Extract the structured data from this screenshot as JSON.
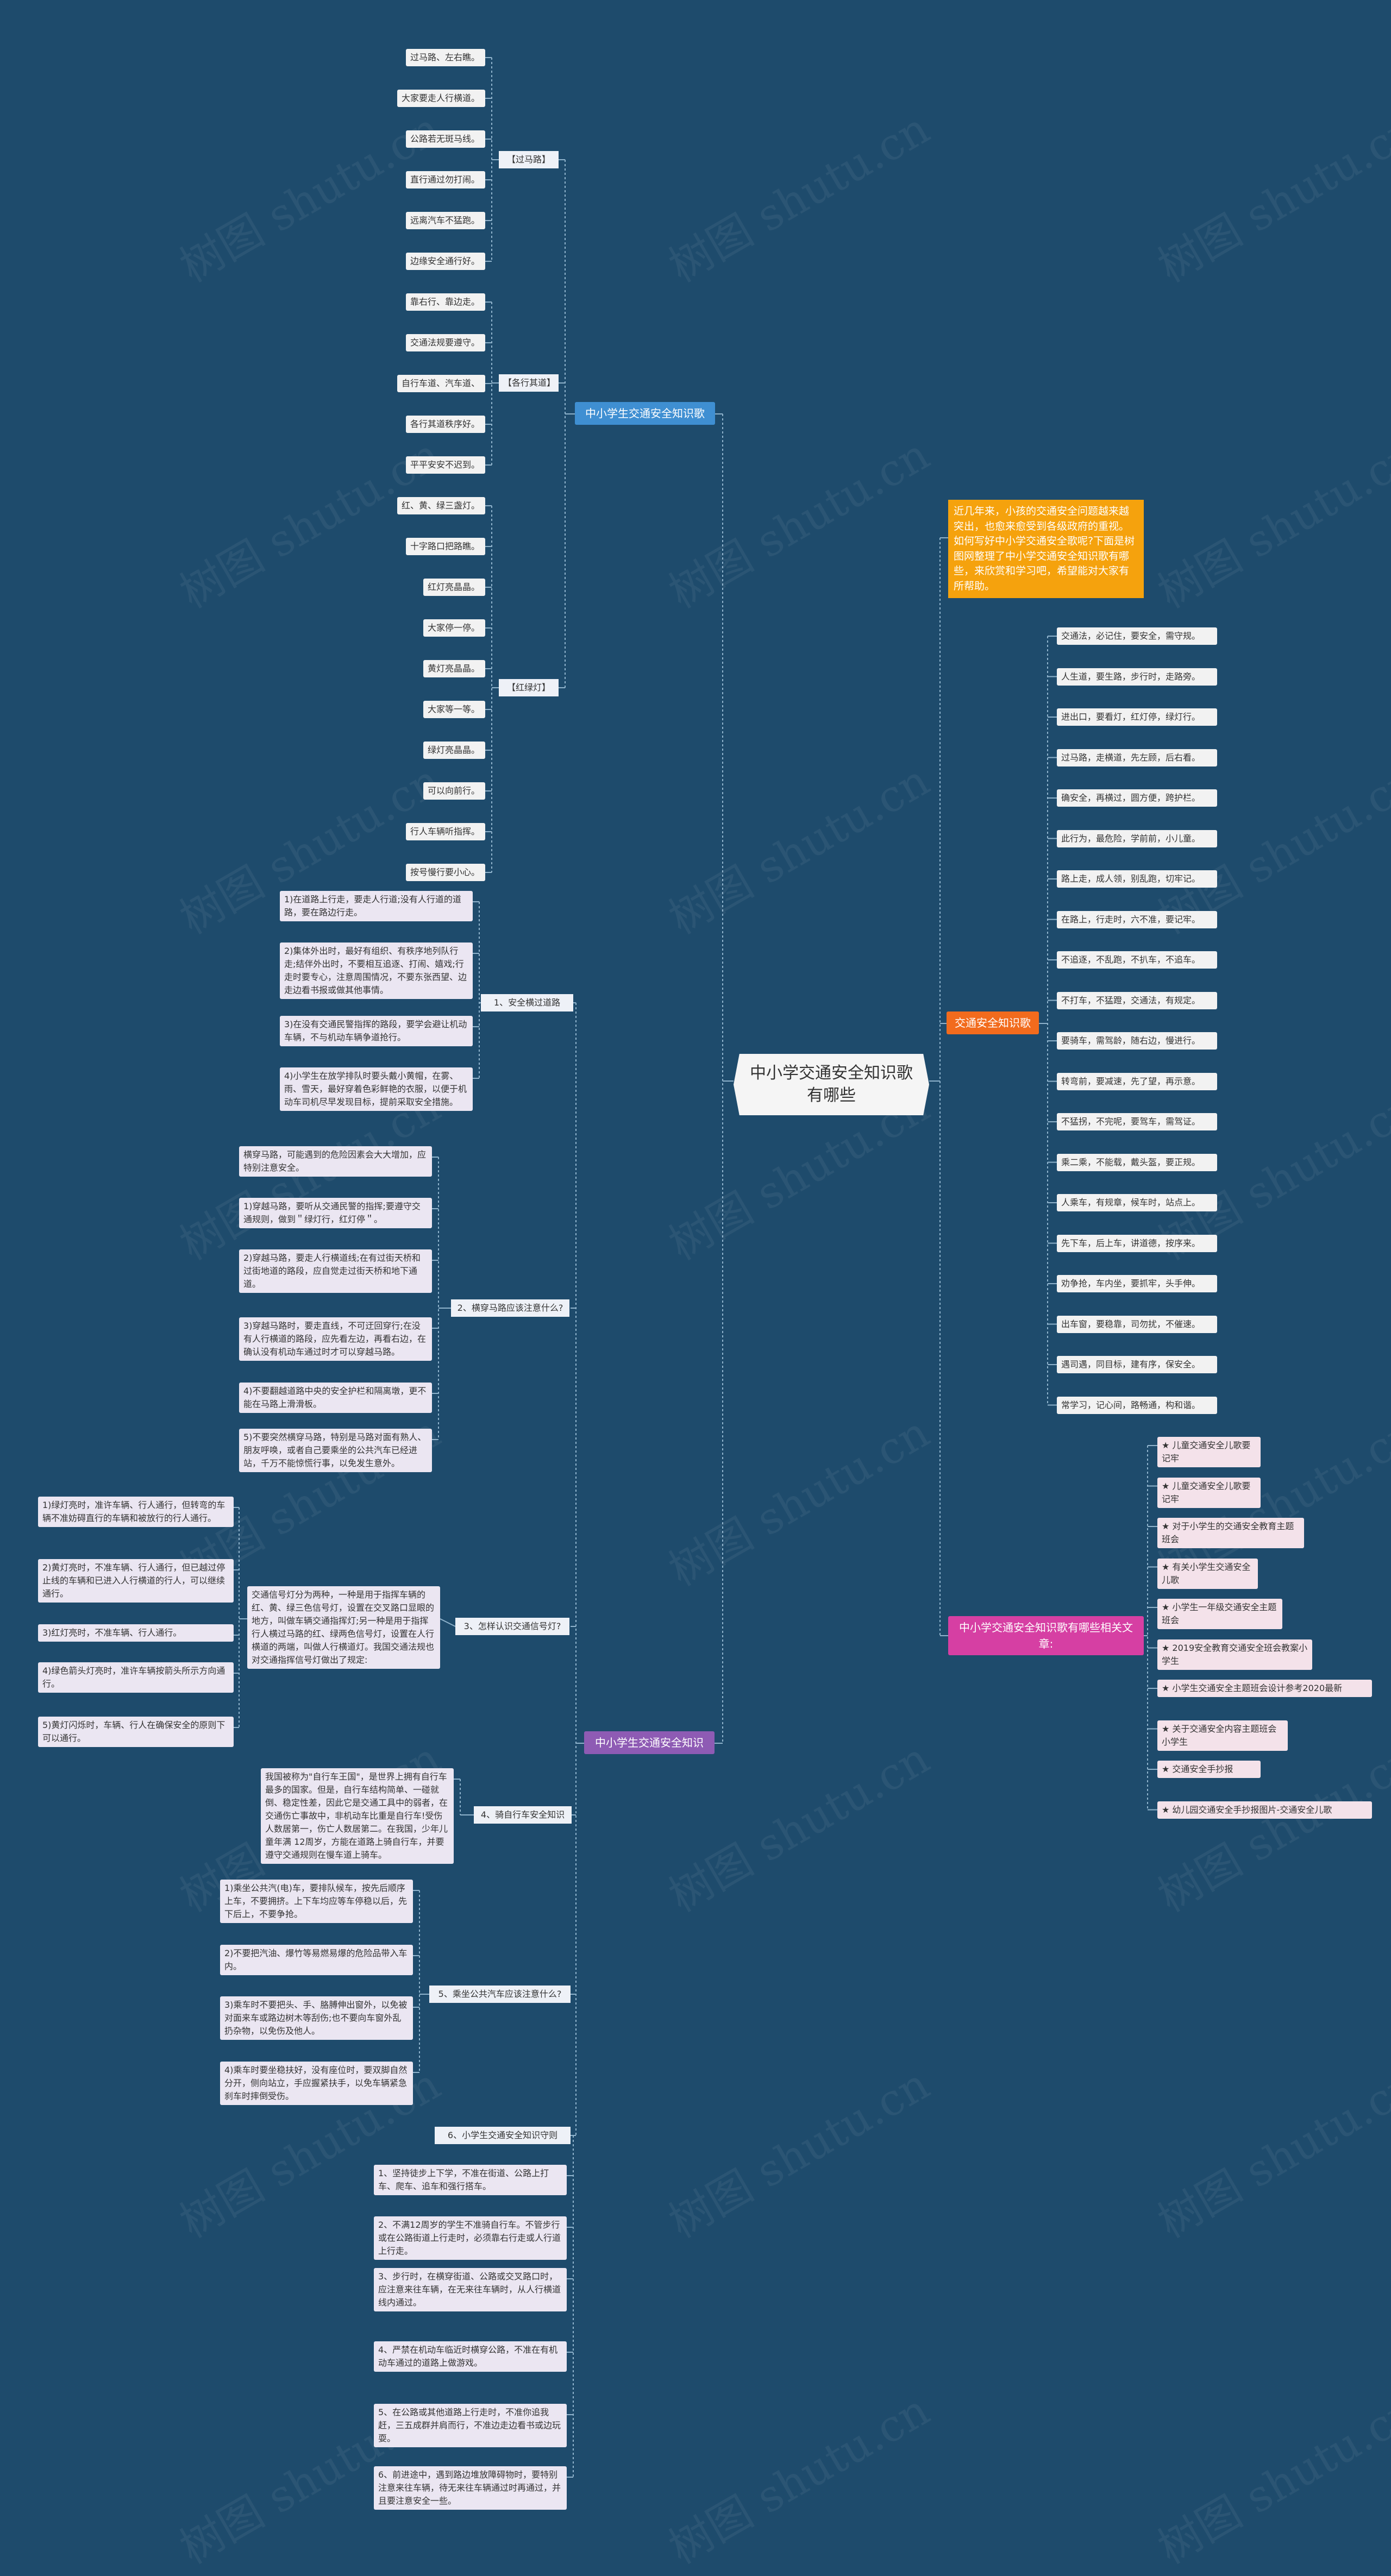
{
  "root": "中小学交通安全知识歌有哪些",
  "watermark": "树图 shutu.cn",
  "colors": {
    "background": "#1e4b6c",
    "line": "#8fb3cc",
    "intro": "#f5a20d",
    "song_header": "#3f8fd2",
    "rhyme_header": "#f26b1d",
    "knowledge_header": "#8e5bb4",
    "related_header": "#d63fa3"
  },
  "song": {
    "title": "中小学生交通安全知识歌",
    "groups": [
      {
        "label": "【过马路】",
        "items": [
          "过马路、左右瞧。",
          "大家要走人行横道。",
          "公路若无斑马线。",
          "直行通过勿打闹。",
          "远离汽车不猛跑。",
          "边缘安全通行好。"
        ]
      },
      {
        "label": "【各行其道】",
        "items": [
          "靠右行、靠边走。",
          "交通法规要遵守。",
          "自行车道、汽车道、",
          "各行其道秩序好。",
          "平平安安不迟到。"
        ]
      },
      {
        "label": "【红绿灯】",
        "items": [
          "红、黄、绿三盏灯。",
          "十字路口把路瞧。",
          "红灯亮晶晶。",
          "大家停一停。",
          "黄灯亮晶晶。",
          "大家等一等。",
          "绿灯亮晶晶。",
          "可以向前行。",
          "行人车辆听指挥。",
          "按号慢行要小心。"
        ]
      }
    ]
  },
  "intro": "近几年来，小孩的交通安全问题越来越突出，也愈来愈受到各级政府的重视。如何写好中小学交通安全歌呢?下面是树图网整理了中小学交通安全知识歌有哪些，来欣赏和学习吧，希望能对大家有所帮助。",
  "rhyme": {
    "title": "交通安全知识歌",
    "items": [
      "交通法，必记住，要安全，需守规。",
      "人生道，要生路，步行时，走路旁。",
      "进出口，要看灯，红灯停，绿灯行。",
      "过马路，走横道，先左顾，后右看。",
      "确安全，再横过，圆方便，跨护栏。",
      "此行为，最危险，学前前，小儿童。",
      "路上走，成人领，别乱跑，切牢记。",
      "在路上，行走时，六不准，要记牢。",
      "不追逐，不乱跑，不扒车，不追车。",
      "不打车，不猛蹬，交通法，有规定。",
      "要骑车，需驾龄，随右边，慢进行。",
      "转弯前，要减速，先了望，再示意。",
      "不猛拐，不完呢，要驾车，需驾证。",
      "乘二乘，不能载，戴头盔，要正规。",
      "人乘车，有规章，候车时，站点上。",
      "先下车，后上车，讲道德，按序来。",
      "劝争抢，车内坐，要抓牢，头手伸。",
      "出车窗，要稳靠，司勿扰，不催速。",
      "遇司遇，同目标，建有序，保安全。",
      "常学习，记心间，路畅通，构和谐。"
    ]
  },
  "knowledge": {
    "title": "中小学生交通安全知识",
    "sections": [
      {
        "label": "1、安全横过道路",
        "items": [
          "1)在道路上行走，要走人行道;没有人行道的道路，要在路边行走。",
          "2)集体外出时，最好有组织、有秩序地列队行走;结伴外出时，不要相互追逐、打闹、嬉戏;行走时要专心，注意周围情况，不要东张西望、边走边看书报或做其他事情。",
          "3)在没有交通民警指挥的路段，要学会避让机动车辆，不与机动车辆争道抢行。",
          "4)小学生在放学排队时要头戴小黄帽，在雾、雨、雪天，最好穿着色彩鲜艳的衣服，以便于机动车司机尽早发现目标，提前采取安全措施。"
        ]
      },
      {
        "label": "2、横穿马路应该注意什么?",
        "items": [
          "横穿马路，可能遇到的危险因素会大大增加，应特别注意安全。",
          "1)穿越马路，要听从交通民警的指挥;要遵守交通规则，做到＂绿灯行，红灯停＂。",
          "2)穿越马路，要走人行横道线;在有过街天桥和过街地道的路段，应自觉走过街天桥和地下通道。",
          "3)穿越马路时，要走直线，不可迂回穿行;在没有人行横道的路段，应先看左边，再看右边，在确认没有机动车通过时才可以穿越马路。",
          "4)不要翻越道路中央的安全护栏和隔离墩，更不能在马路上滑滑板。",
          "5)不要突然横穿马路，特别是马路对面有熟人、朋友呼唤，或者自己要乘坐的公共汽车已经进站，千万不能惊慌行事，以免发生意外。"
        ]
      },
      {
        "label": "3、怎样认识交通信号灯?",
        "note": "交通信号灯分为两种，一种是用于指挥车辆的红、黄、绿三色信号灯，设置在交叉路口显眼的地方，叫做车辆交通指挥灯;另一种是用于指挥行人横过马路的红、绿两色信号灯，设置在人行横道的两端，叫做人行横道灯。我国交通法规也对交通指挥信号灯做出了规定:",
        "items": [
          "1)绿灯亮时，准许车辆、行人通行，但转弯的车辆不准妨碍直行的车辆和被放行的行人通行。",
          "2)黄灯亮时，不准车辆、行人通行，但已越过停止线的车辆和已进入人行横道的行人，可以继续通行。",
          "3)红灯亮时，不准车辆、行人通行。",
          "4)绿色箭头灯亮时，准许车辆按箭头所示方向通行。",
          "5)黄灯闪烁时，车辆、行人在确保安全的原则下可以通行。"
        ]
      },
      {
        "label": "4、骑自行车安全知识",
        "items": [
          "我国被称为\"自行车王国\"，是世界上拥有自行车最多的国家。但是，自行车结构简单、一碰就倒、稳定性差，因此它是交通工具中的弱者，在交通伤亡事故中，非机动车比重是自行车!受伤人数居第一，伤亡人数居第二。在我国，少年儿童年满 12周岁，方能在道路上骑自行车，并要遵守交通规则在慢车道上骑车。"
        ]
      },
      {
        "label": "5、乘坐公共汽车应该注意什么?",
        "items": [
          "1)乘坐公共汽(电)车，要排队候车，按先后顺序上车，不要拥挤。上下车均应等车停稳以后，先下后上，不要争抢。",
          "2)不要把汽油、爆竹等易燃易爆的危险品带入车内。",
          "3)乘车时不要把头、手、胳膊伸出窗外，以免被对面来车或路边树木等刮伤;也不要向车窗外乱扔杂物，以免伤及他人。",
          "4)乘车时要坐稳扶好，没有座位时，要双脚自然分开，侧向站立，手应握紧扶手，以免车辆紧急刹车时摔倒受伤。"
        ]
      },
      {
        "label": "6、小学生交通安全知识守则",
        "items": [
          "1、坚持徒步上下学，不准在街道、公路上打车、爬车、追车和强行搭车。",
          "2、不满12周岁的学生不准骑自行车。不管步行或在公路街道上行走时，必须靠右行走或人行道上行走。",
          "3、步行时，在横穿街道、公路或交叉路口时，应注意来往车辆，在无来往车辆时，从人行横道线内通过。",
          "4、严禁在机动车临近时横穿公路，不准在有机动车通过的道路上做游戏。",
          "5、在公路或其他道路上行走时，不准你追我赶，三五成群并肩而行，不准边走边看书或边玩耍。",
          "6、前进途中，遇到路边堆放障碍物时，要特别注意来往车辆，待无来往车辆通过时再通过，并且要注意安全一些。"
        ]
      }
    ]
  },
  "related": {
    "title": "中小学交通安全知识歌有哪些相关文章:",
    "items": [
      "★ 儿童交通安全儿歌要记牢",
      "★ 儿童交通安全儿歌要记牢",
      "★ 对于小学生的交通安全教育主题班会",
      "★ 有关小学生交通安全儿歌",
      "★ 小学生一年级交通安全主题班会",
      "★ 2019安全教育交通安全班会教案小学生",
      "★ 小学生交通安全主题班会设计参考2020最新",
      "★ 关于交通安全内容主题班会小学生",
      "★ 交通安全手抄报",
      "★ 幼儿园交通安全手抄报图片-交通安全儿歌"
    ]
  }
}
